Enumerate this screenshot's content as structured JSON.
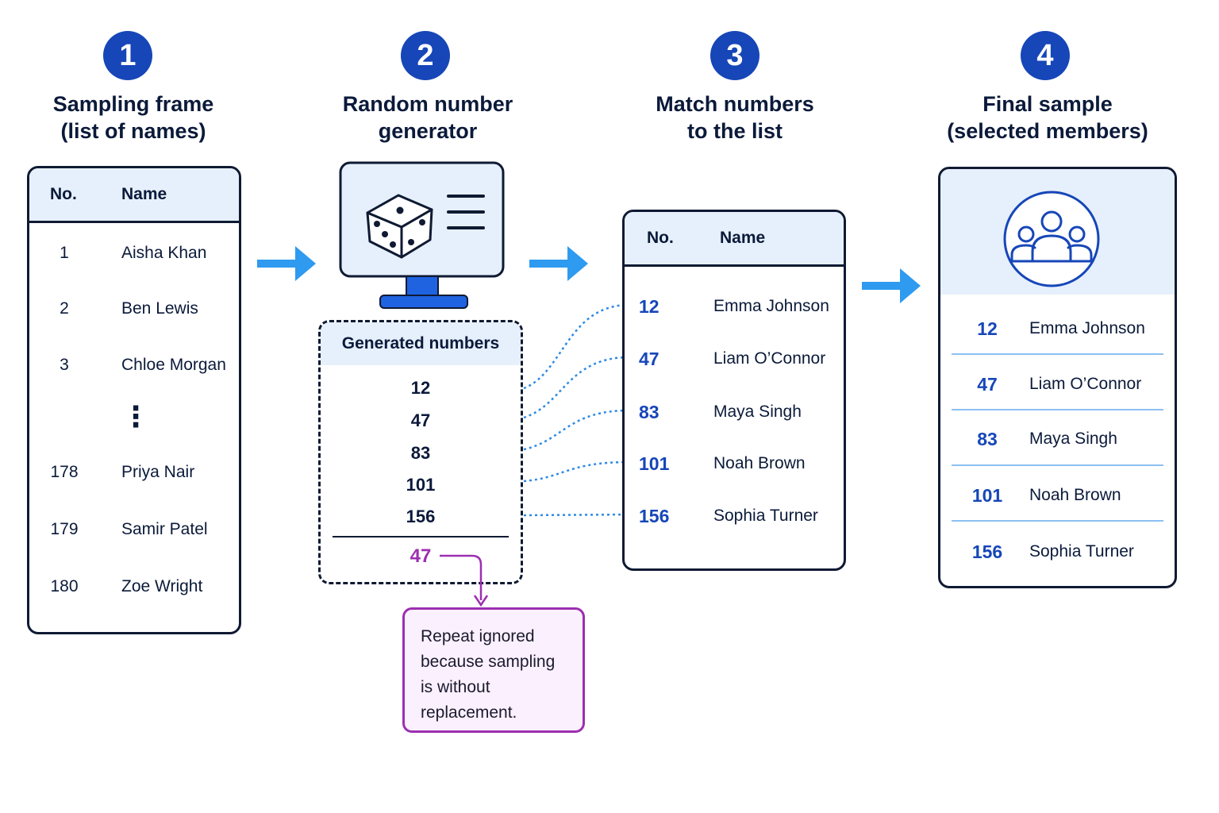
{
  "steps": [
    {
      "number": "1",
      "title_line1": "Sampling frame",
      "title_line2": "(list of names)"
    },
    {
      "number": "2",
      "title_line1": "Random number",
      "title_line2": "generator"
    },
    {
      "number": "3",
      "title_line1": "Match numbers",
      "title_line2": "to the list"
    },
    {
      "number": "4",
      "title_line1": "Final sample",
      "title_line2": "(selected members)"
    }
  ],
  "frame": {
    "header_no": "No.",
    "header_name": "Name",
    "rows": [
      {
        "no": "1",
        "name": "Aisha Khan"
      },
      {
        "no": "2",
        "name": "Ben Lewis"
      },
      {
        "no": "3",
        "name": "Chloe Morgan"
      },
      {
        "no": "178",
        "name": "Priya Nair"
      },
      {
        "no": "179",
        "name": "Samir Patel"
      },
      {
        "no": "180",
        "name": "Zoe Wright"
      }
    ],
    "ellipsis": "⋮"
  },
  "generator": {
    "title": "Generated numbers",
    "numbers": [
      "12",
      "47",
      "83",
      "101",
      "156"
    ],
    "repeat": "47",
    "note_lines": [
      "Repeat ignored",
      "because sampling",
      "is without",
      "replacement."
    ]
  },
  "match": {
    "header_no": "No.",
    "header_name": "Name",
    "rows": [
      {
        "no": "12",
        "name": "Emma Johnson"
      },
      {
        "no": "47",
        "name": "Liam O’Connor"
      },
      {
        "no": "83",
        "name": "Maya Singh"
      },
      {
        "no": "101",
        "name": "Noah Brown"
      },
      {
        "no": "156",
        "name": "Sophia Turner"
      }
    ]
  },
  "final": {
    "icon": "group-icon",
    "rows": [
      {
        "no": "12",
        "name": "Emma Johnson"
      },
      {
        "no": "47",
        "name": "Liam O’Connor"
      },
      {
        "no": "83",
        "name": "Maya Singh"
      },
      {
        "no": "101",
        "name": "Noah Brown"
      },
      {
        "no": "156",
        "name": "Sophia Turner"
      }
    ]
  },
  "colors": {
    "badge": "#1646b8",
    "arrow": "#2e9af0",
    "connector": "#2e8ae6",
    "repeat": "#9c2fb0",
    "header_bg": "#e6f0fc"
  }
}
